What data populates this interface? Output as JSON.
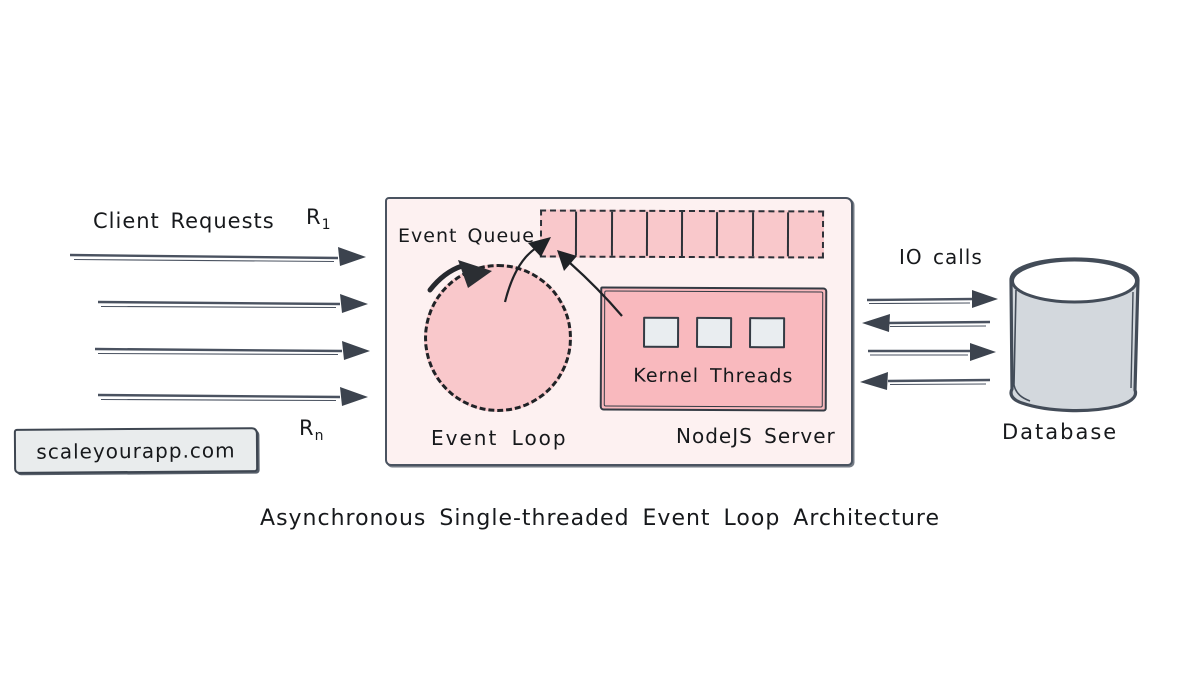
{
  "diagram": {
    "caption": "Asynchronous Single-threaded Event Loop Architecture"
  },
  "client": {
    "label": "Client Requests",
    "first_request": {
      "base": "R",
      "sub": "1"
    },
    "last_request": {
      "base": "R",
      "sub": "n"
    },
    "arrow_count": 4
  },
  "watermark": {
    "text": "scaleyourapp.com"
  },
  "server": {
    "label": "NodeJS Server",
    "event_queue": {
      "label": "Event Queue",
      "cells": 8
    },
    "event_loop": {
      "label": "Event Loop"
    },
    "kernel_threads": {
      "label": "Kernel Threads",
      "count": 3
    }
  },
  "io": {
    "label": "IO calls",
    "arrows_out": 2,
    "arrows_in": 2
  },
  "database": {
    "label": "Database"
  },
  "colors": {
    "server_bg": "#fdf1f1",
    "pink": "#f9c8cb",
    "kernel_pink": "#f9b9be",
    "thread_square": "#e9edf0",
    "ink": "#3e4651",
    "db_gray": "#d3d8dd",
    "watermark_bg": "#e9eced",
    "text": "#17191c"
  }
}
